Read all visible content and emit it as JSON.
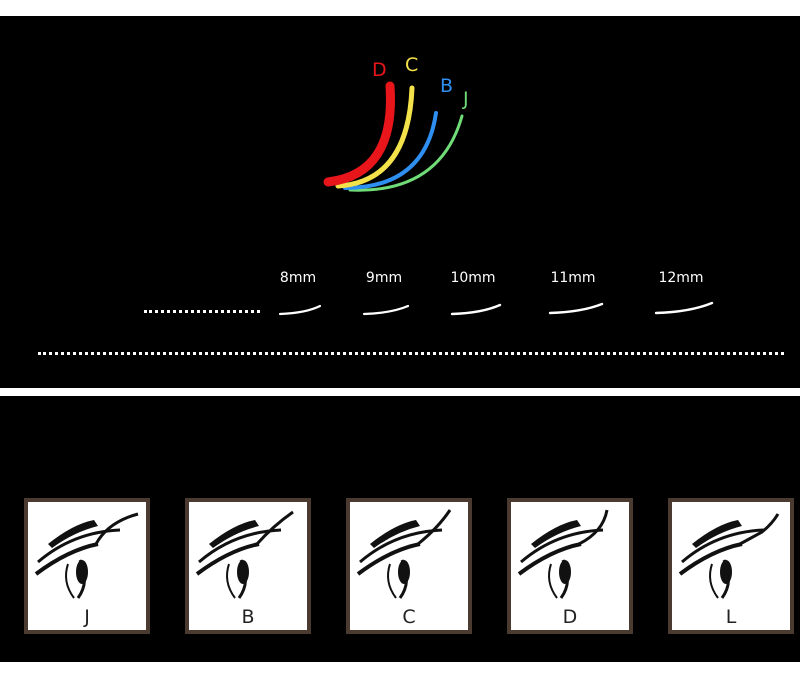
{
  "curl_diagram": {
    "letters": [
      {
        "text": "D",
        "color": "#e8161b"
      },
      {
        "text": "C",
        "color": "#f3e24a"
      },
      {
        "text": "B",
        "color": "#2f8ff0"
      },
      {
        "text": "J",
        "color": "#6fdc78"
      }
    ]
  },
  "lengths": [
    "8mm",
    "9mm",
    "10mm",
    "11mm",
    "12mm"
  ],
  "curl_cards": [
    "J",
    "B",
    "C",
    "D",
    "L"
  ],
  "colors": {
    "background": "#000000",
    "card_border": "#4a3a2f",
    "text": "#ffffff"
  }
}
